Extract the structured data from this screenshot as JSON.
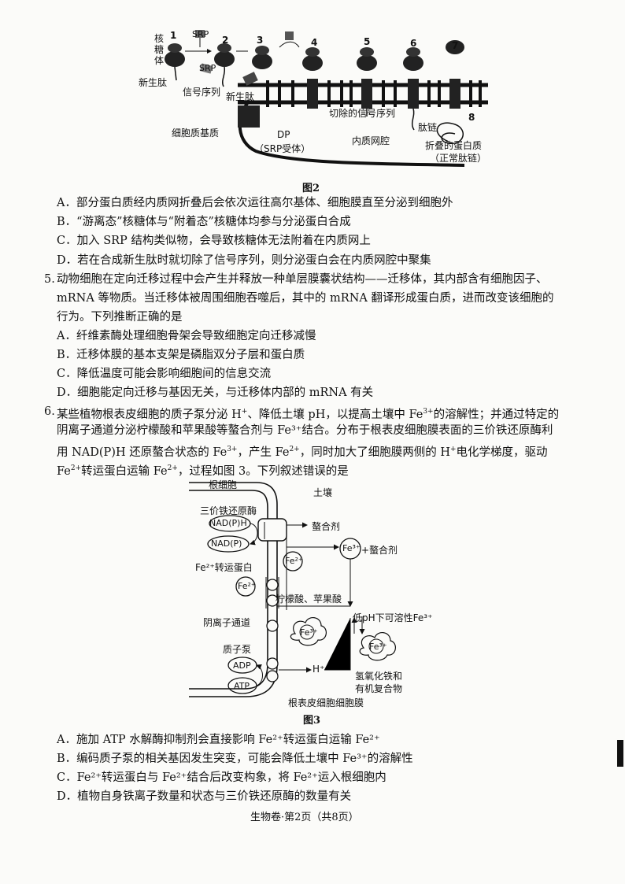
{
  "figure2": {
    "caption": "图2",
    "numbers": [
      "1",
      "2",
      "3",
      "4",
      "5",
      "6",
      "7",
      "8"
    ],
    "labels": {
      "ribosome": "核糖体",
      "srp_top": "SRP",
      "srp_mid": "SRP",
      "nascent1": "新生肽",
      "signal_seq": "信号序列",
      "nascent2": "新生肽",
      "cytoplasm": "细胞质基质",
      "dp": "DP",
      "srp_receptor": "（SRP受体）",
      "cut_signal": "切除的信号序列",
      "er_lumen": "内质网腔",
      "peptide_chain": "肽链",
      "folded_protein": "折叠的蛋白质",
      "normal_chain": "（正常肽链）"
    }
  },
  "q4_options": [
    "A．部分蛋白质经内质网折叠后会依次运往高尔基体、细胞膜直至分泌到细胞外",
    "B．“游离态”核糖体与“附着态”核糖体均参与分泌蛋白合成",
    "C．加入 SRP 结构类似物，会导致核糖体无法附着在内质网上",
    "D．若在合成新生肽时就切除了信号序列，则分泌蛋白会在内质网腔中聚集"
  ],
  "q5": {
    "number": "5.",
    "lines": [
      "动物细胞在定向迁移过程中会产生并释放一种单层膜囊状结构——迁移体，其内部含有细胞因子、",
      "mRNA 等物质。当迁移体被周围细胞吞噬后，其中的 mRNA 翻译形成蛋白质，进而改变该细胞的",
      "行为。下列推断正确的是"
    ],
    "options": [
      "A．纤维素酶处理细胞骨架会导致细胞定向迁移减慢",
      "B．迁移体膜的基本支架是磷脂双分子层和蛋白质",
      "C．降低温度可能会影响细胞间的信息交流",
      "D．细胞能定向迁移与基因无关，与迁移体内部的 mRNA 有关"
    ]
  },
  "q6": {
    "number": "6.",
    "line1_a": "某些植物根表皮细胞的质子泵分泌 H",
    "line1_b": "、降低土壤 pH，以提高土壤中 Fe",
    "line1_c": "的溶解性；并通过特定的",
    "line2": "阴离子通道分泌柠檬酸和苹果酸等螯合剂与 Fe³⁺结合。分布于根表皮细胞膜表面的三价铁还原酶利",
    "line3_a": "用 NAD(P)H 还原螯合状态的 Fe",
    "line3_b": "，产生 Fe",
    "line3_c": "，同时加大了细胞膜两侧的 H",
    "line3_d": "电化学梯度，驱动",
    "line4_a": "Fe",
    "line4_b": "转运蛋白运输 Fe",
    "line4_c": "，过程如图 3。下列叙述错误的是",
    "sup_plus": "+",
    "sup_3plus": "3+",
    "sup_2plus": "2+",
    "options": [
      "A．施加 ATP 水解酶抑制剂会直接影响 Fe²⁺转运蛋白运输 Fe²⁺",
      "B．编码质子泵的相关基因发生突变，可能会降低土壤中 Fe³⁺的溶解性",
      "C．Fe²⁺转运蛋白与 Fe²⁺结合后改变构象，将 Fe²⁺运入根细胞内",
      "D．植物自身铁离子数量和状态与三价铁还原酶的数量有关"
    ]
  },
  "figure3": {
    "caption": "图3",
    "labels": {
      "root_cell": "根细胞",
      "soil": "土壤",
      "ferric_reductase": "三价铁还原酶",
      "nadph": "NAD(P)H",
      "nadp": "NAD(P)",
      "chelator": "螯合剂",
      "fe3_chelator": "+螯合剂",
      "fe2_transporter": "Fe²⁺转运蛋白",
      "acids": "柠檬酸、苹果酸",
      "anion_channel": "阴离子通道",
      "low_ph": "低pH下可溶性Fe³⁺",
      "proton_pump": "质子泵",
      "adp": "ADP",
      "atp": "ATP",
      "h_plus": "H⁺",
      "hydroxide": "氢氧化铁和",
      "organic_complex": "有机复合物",
      "membrane": "根表皮细胞细胞膜",
      "fe2": "Fe²⁺",
      "fe3": "Fe³⁺"
    }
  },
  "footer": "生物卷·第2页（共8页）"
}
